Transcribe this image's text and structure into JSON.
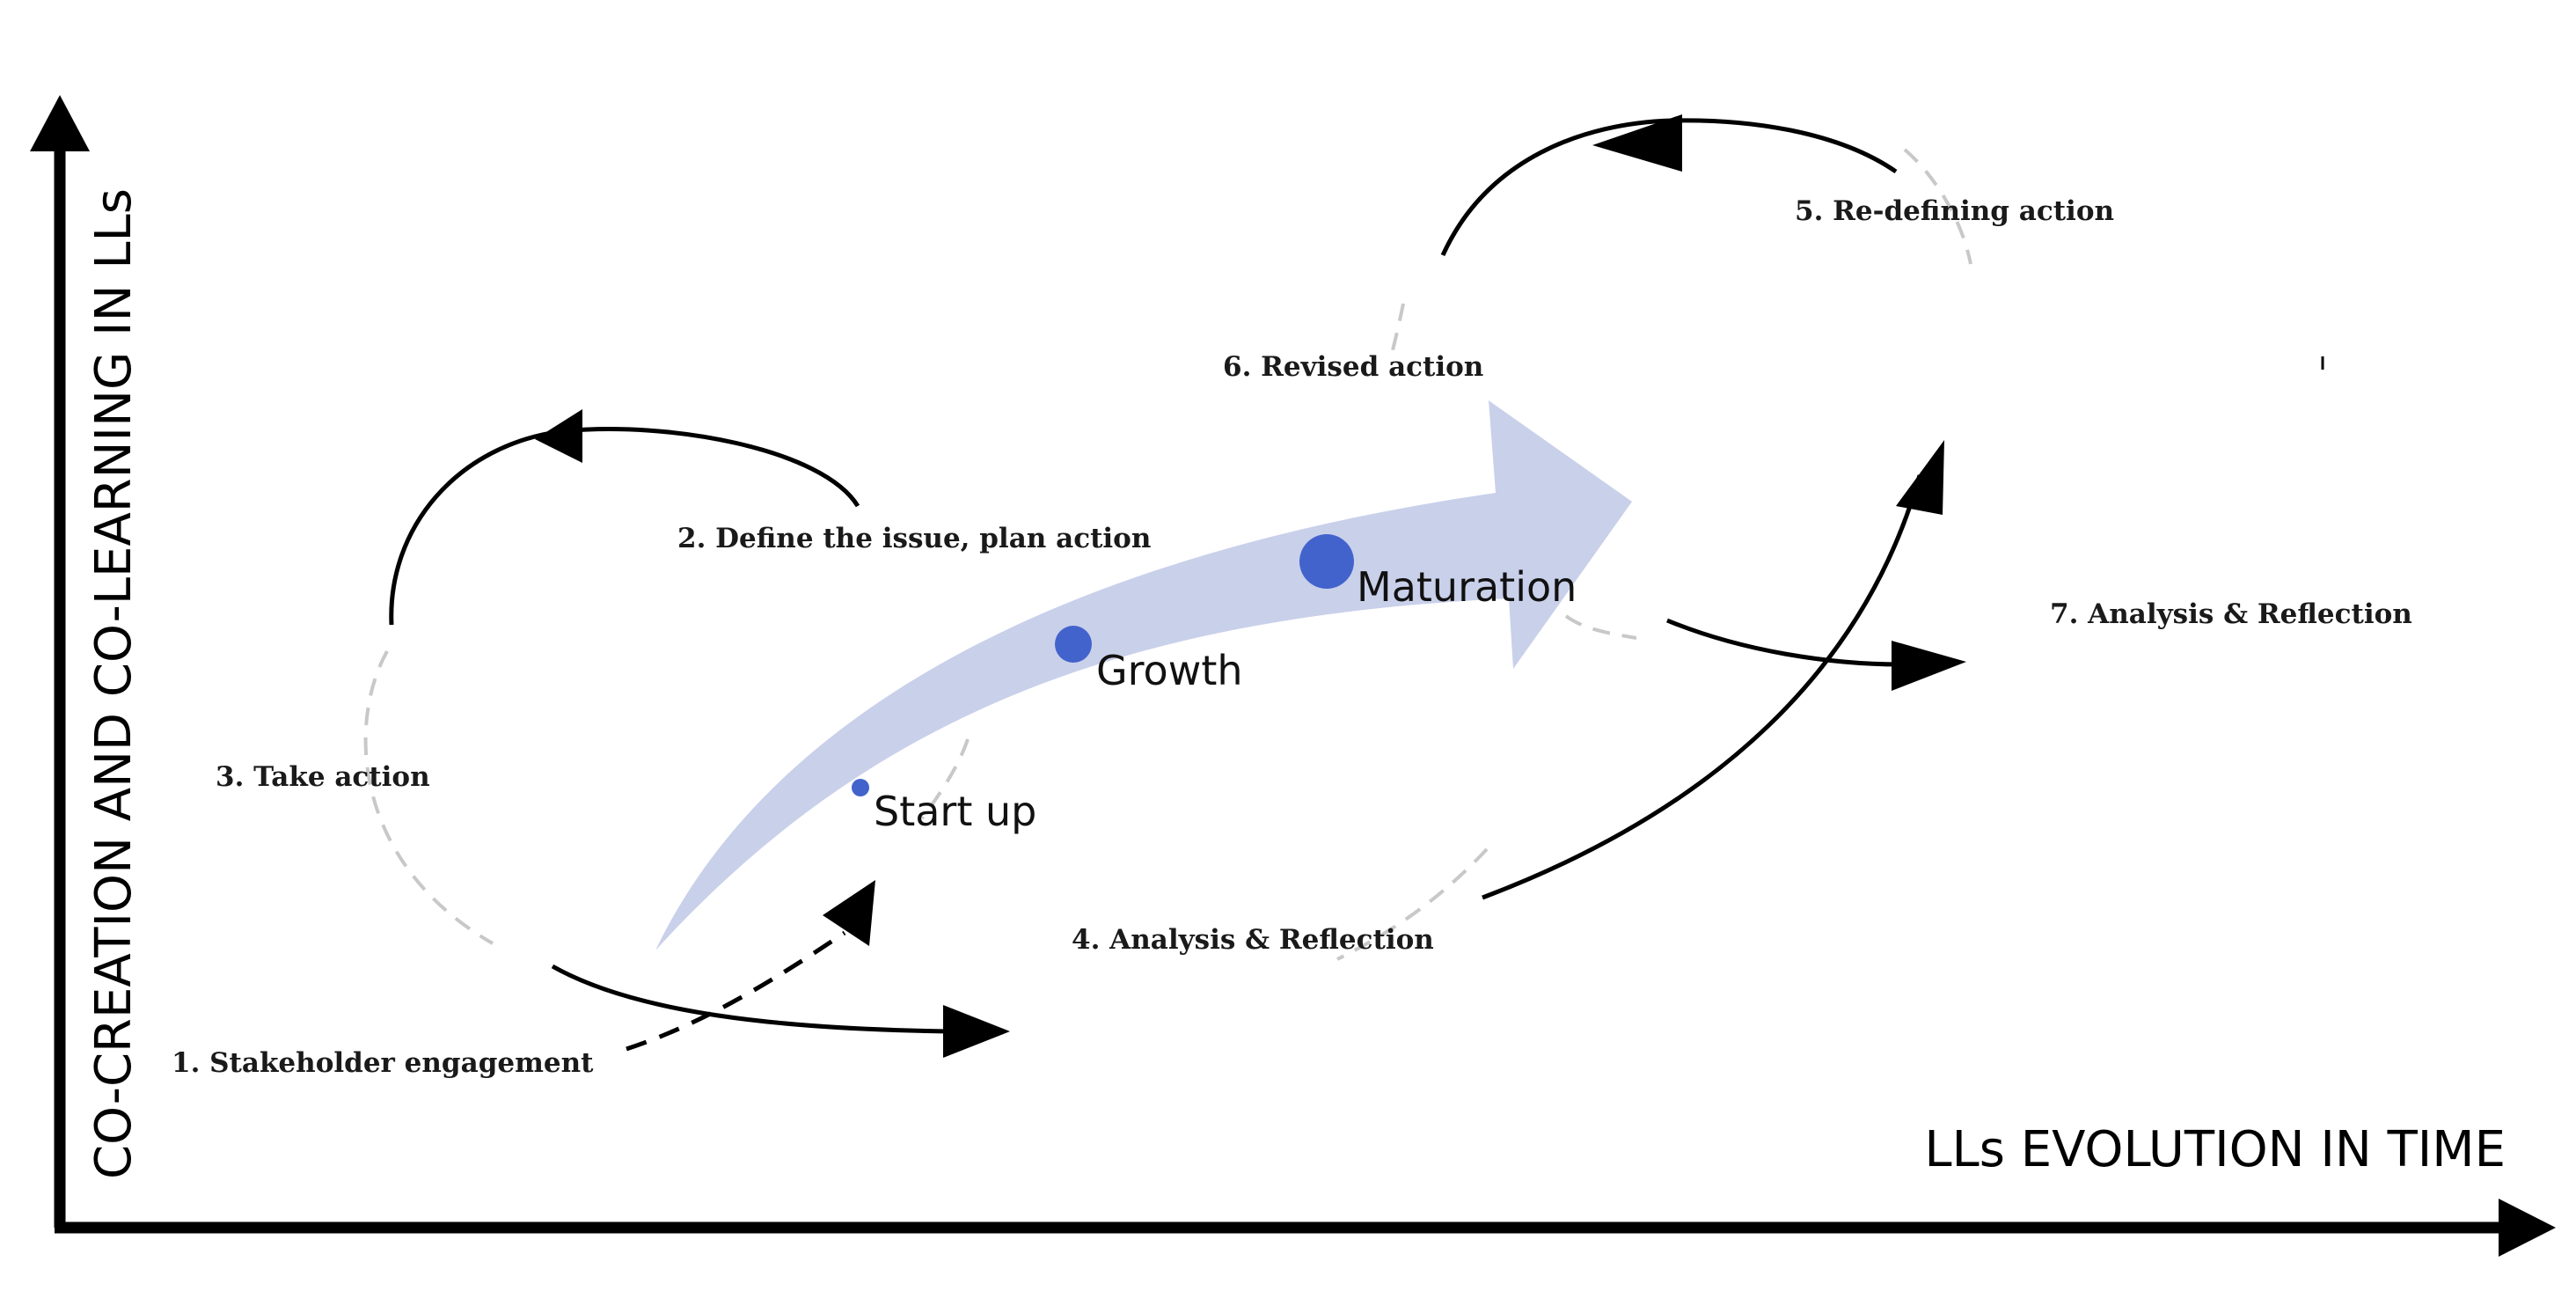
{
  "axes": {
    "y_label": "CO-CREATION AND CO-LEARNING IN LLs",
    "x_label": "LLs EVOLUTION IN TIME"
  },
  "stages": [
    {
      "label": "Start up"
    },
    {
      "label": "Growth"
    },
    {
      "label": "Maturation"
    }
  ],
  "steps": [
    {
      "label": "1. Stakeholder engagement"
    },
    {
      "label": "2. Define the issue, plan action"
    },
    {
      "label": "3. Take action"
    },
    {
      "label": "4. Analysis & Reflection"
    },
    {
      "label": "5. Re-defining action"
    },
    {
      "label": "6. Revised action"
    },
    {
      "label": "7. Analysis & Reflection"
    }
  ],
  "colors": {
    "big_arrow": "#c9d0ea",
    "stage_dot": "#4363cc",
    "line": "#000000",
    "dashed_faint": "#c8c8c8"
  }
}
